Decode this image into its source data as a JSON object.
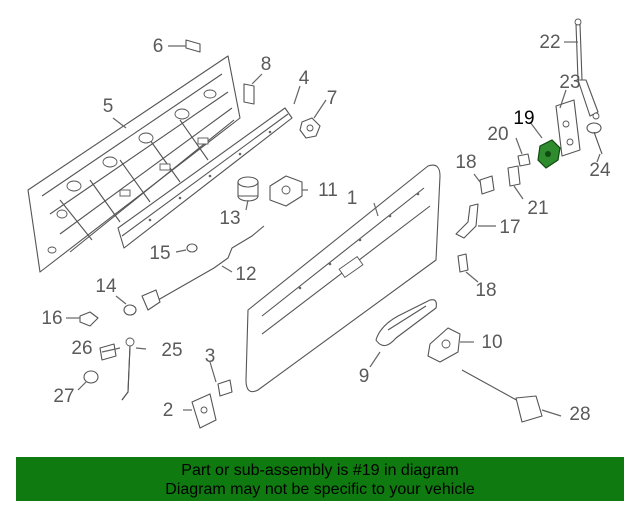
{
  "callouts": [
    {
      "id": "1",
      "label": "1"
    },
    {
      "id": "2",
      "label": "2"
    },
    {
      "id": "3",
      "label": "3"
    },
    {
      "id": "4",
      "label": "4"
    },
    {
      "id": "5",
      "label": "5"
    },
    {
      "id": "6",
      "label": "6"
    },
    {
      "id": "7",
      "label": "7"
    },
    {
      "id": "8",
      "label": "8"
    },
    {
      "id": "9",
      "label": "9"
    },
    {
      "id": "10",
      "label": "10"
    },
    {
      "id": "11",
      "label": "11"
    },
    {
      "id": "12",
      "label": "12"
    },
    {
      "id": "13",
      "label": "13"
    },
    {
      "id": "14",
      "label": "14"
    },
    {
      "id": "15",
      "label": "15"
    },
    {
      "id": "16",
      "label": "16"
    },
    {
      "id": "17",
      "label": "17"
    },
    {
      "id": "18a",
      "label": "18"
    },
    {
      "id": "18b",
      "label": "18"
    },
    {
      "id": "19",
      "label": "19",
      "highlighted": true
    },
    {
      "id": "20",
      "label": "20"
    },
    {
      "id": "21",
      "label": "21"
    },
    {
      "id": "22",
      "label": "22"
    },
    {
      "id": "23",
      "label": "23"
    },
    {
      "id": "24",
      "label": "24"
    },
    {
      "id": "25",
      "label": "25"
    },
    {
      "id": "26",
      "label": "26"
    },
    {
      "id": "27",
      "label": "27"
    },
    {
      "id": "28",
      "label": "28"
    }
  ],
  "highlight_color": "#2e8b2e",
  "banner": {
    "line1": "Part or sub-assembly is #19 in diagram",
    "line2": "Diagram may not be specific to your vehicle",
    "background": "#0f7a0f"
  }
}
